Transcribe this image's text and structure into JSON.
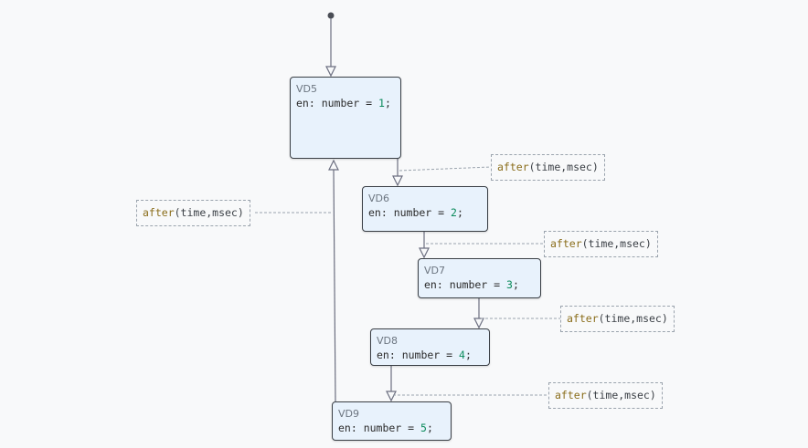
{
  "states": [
    {
      "name": "VD5",
      "code_prefix": "en: number = ",
      "value": "1",
      "suffix": ";"
    },
    {
      "name": "VD6",
      "code_prefix": "en: number = ",
      "value": "2",
      "suffix": ";"
    },
    {
      "name": "VD7",
      "code_prefix": "en: number = ",
      "value": "3",
      "suffix": ";"
    },
    {
      "name": "VD8",
      "code_prefix": "en: number = ",
      "value": "4",
      "suffix": ";"
    },
    {
      "name": "VD9",
      "code_prefix": "en: number = ",
      "value": "5",
      "suffix": ";"
    }
  ],
  "transitions": [
    {
      "fn": "after",
      "args": "(time,msec)"
    },
    {
      "fn": "after",
      "args": "(time,msec)"
    },
    {
      "fn": "after",
      "args": "(time,msec)"
    },
    {
      "fn": "after",
      "args": "(time,msec)"
    },
    {
      "fn": "after",
      "args": "(time,msec)"
    }
  ],
  "colors": {
    "state_fill": "#e8f2fc",
    "state_border": "#3a3f45",
    "edge": "#6c6f80",
    "dashed_connector": "#9aa3ad",
    "number_literal": "#0a8a5b",
    "function_name": "#8a6d1a"
  }
}
